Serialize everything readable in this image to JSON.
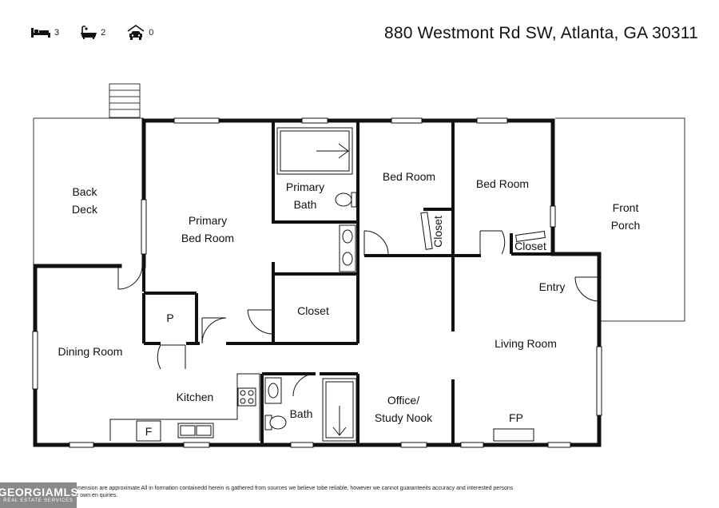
{
  "header": {
    "stats": [
      {
        "icon": "bed-icon",
        "value": "3"
      },
      {
        "icon": "bathtub-icon",
        "value": "2"
      },
      {
        "icon": "garage-icon",
        "value": "0"
      }
    ],
    "address": "880 Westmont Rd SW, Atlanta, GA 30311"
  },
  "rooms": {
    "back_deck": [
      "Back",
      "Deck"
    ],
    "primary_bedroom": [
      "Primary",
      "Bed Room"
    ],
    "primary_bath": [
      "Primary",
      "Bath"
    ],
    "bedroom_2": "Bed Room",
    "bedroom_3": "Bed Room",
    "front_porch": [
      "Front",
      "Porch"
    ],
    "closet_bed2": "Closet",
    "closet_bed3": "Closet",
    "entry": "Entry",
    "closet_primary": "Closet",
    "pantry": "P",
    "dining_room": "Dining Room",
    "living_room": "Living Room",
    "kitchen": "Kitchen",
    "bath": "Bath",
    "office": [
      "Office/",
      "Study Nook"
    ],
    "fridge": "F",
    "fireplace": "FP"
  },
  "footer": {
    "logo_main": "GEORGIAMLS",
    "logo_sub": "REAL ESTATE SERVICES",
    "disclaimer_line1": "mension are approximate All in formation containedd herein is gathered from sources we believe tobe reliable, however we cannot guaranteeits accuracy and interested persons",
    "disclaimer_line2": "r own en quiries."
  }
}
